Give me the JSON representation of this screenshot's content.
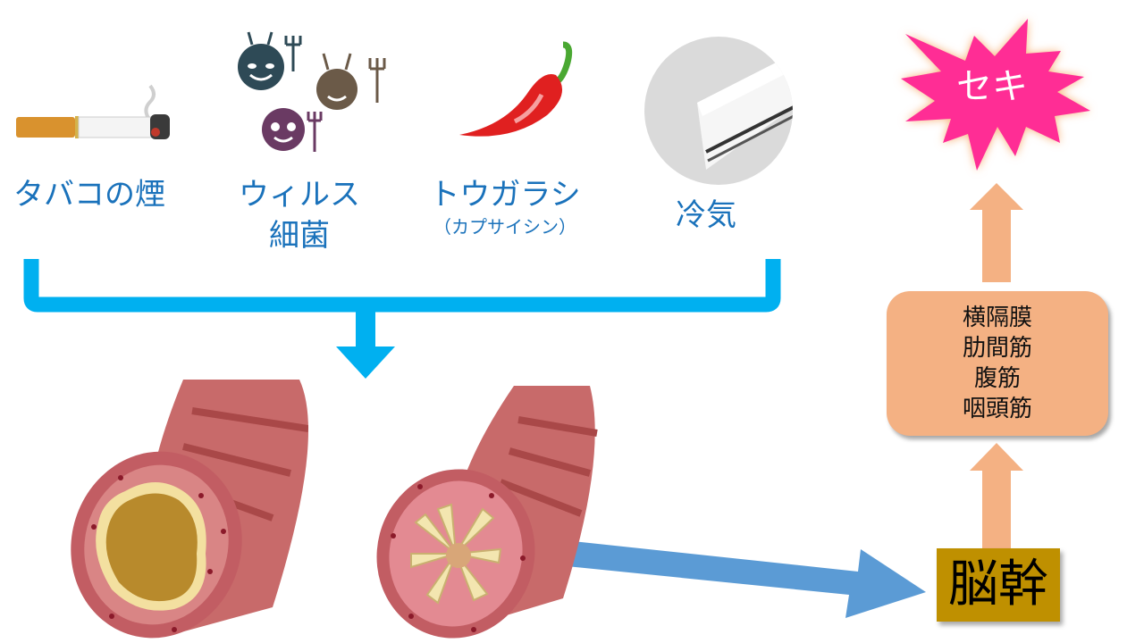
{
  "causes": [
    {
      "label": "タバコの煙",
      "icon": "cigarette-icon"
    },
    {
      "label": "ウィルス",
      "label2": "細菌",
      "icon": "virus-bacteria-icon"
    },
    {
      "label": "トウガラシ",
      "sublabel": "（カプサイシン）",
      "icon": "chili-pepper-icon"
    },
    {
      "label": "冷気",
      "icon": "air-conditioner-icon"
    }
  ],
  "airways": [
    {
      "name": "normal-bronchus",
      "icon": "bronchus-normal-icon"
    },
    {
      "name": "constricted-bronchus",
      "icon": "bronchus-constricted-icon"
    }
  ],
  "result": {
    "label": "セキ"
  },
  "muscles": {
    "items": [
      "横隔膜",
      "肋間筋",
      "腹筋",
      "咽頭筋"
    ]
  },
  "brainstem": {
    "label": "脳幹"
  },
  "colors": {
    "label_blue": "#1a72bb",
    "bracket_blue": "#00b0f0",
    "signal_arrow": "#5b9bd5",
    "orange_arrow": "#f4b183",
    "muscle_box": "#f4b183",
    "brainstem_box": "#bf9000",
    "burst": "#ff2d95"
  }
}
